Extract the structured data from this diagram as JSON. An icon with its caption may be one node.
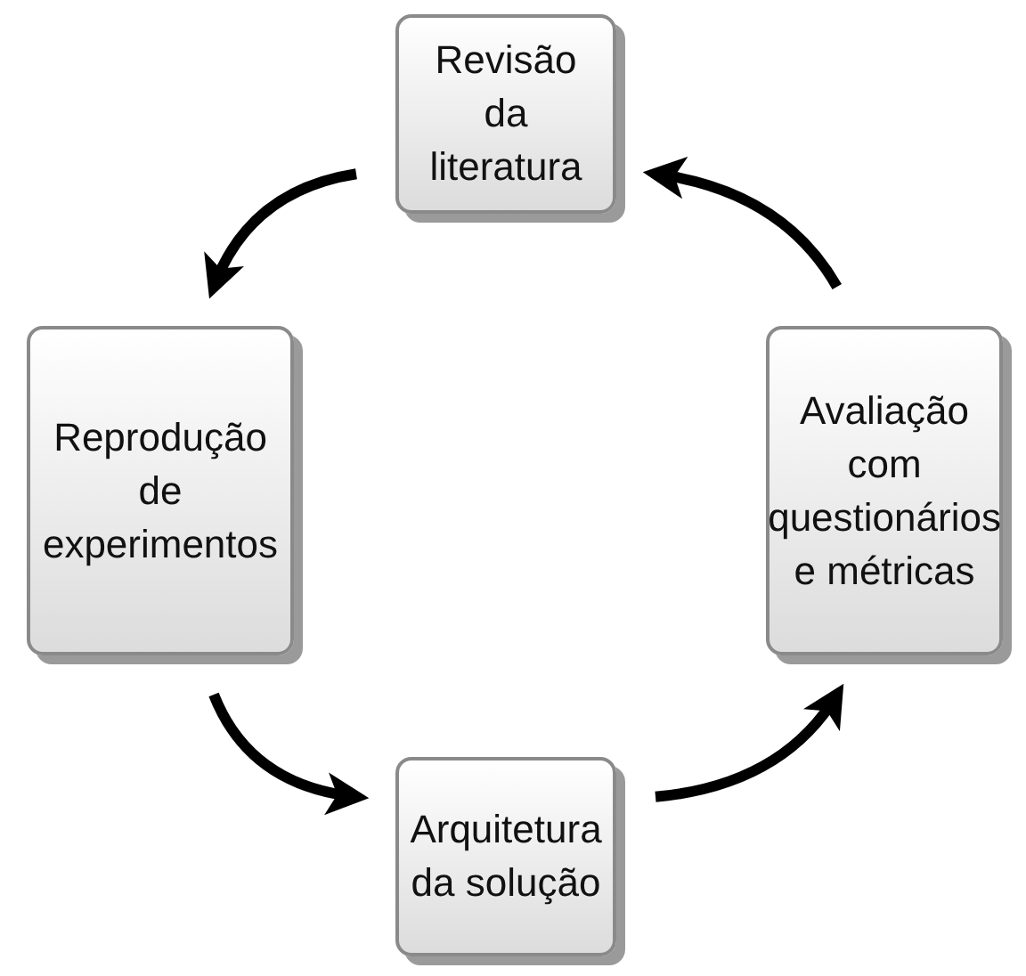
{
  "diagram": {
    "nodes": [
      {
        "text": [
          "Revisão da literatura"
        ]
      },
      {
        "text": [
          "Reprodução de experimentos"
        ]
      },
      {
        "text": [
          "Arquitetura da solução"
        ]
      },
      {
        "text": [
          "Avaliação com questionários e métricas"
        ]
      }
    ],
    "edges": [
      {
        "from": 0,
        "to": 1,
        "arrow": "to"
      },
      {
        "from": 1,
        "to": 2,
        "arrow": "to"
      },
      {
        "from": 2,
        "to": 3,
        "arrow": "to"
      },
      {
        "from": 3,
        "to": 0,
        "arrow": "to"
      }
    ]
  }
}
